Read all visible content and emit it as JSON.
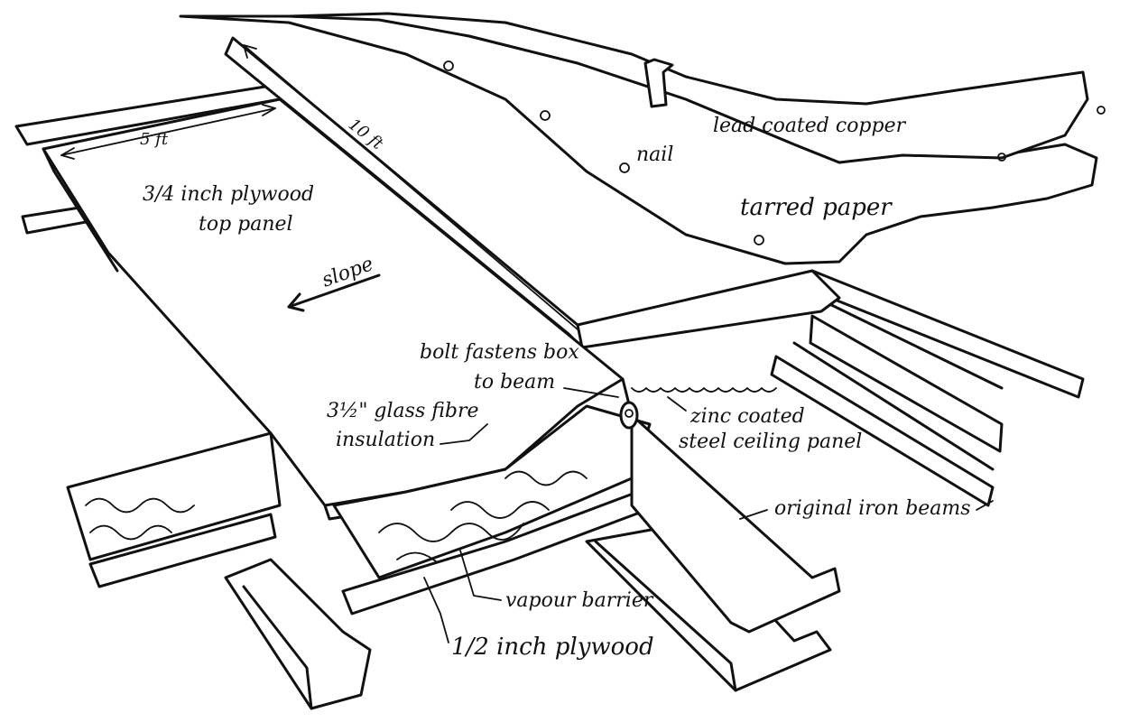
{
  "labels": {
    "lead_coated_copper": "lead coated copper",
    "nail": "nail",
    "tarred_paper": "tarred paper",
    "five_ft": "5 ft",
    "ten_ft": "10 ft",
    "top_panel_line1": "3/4 inch plywood",
    "top_panel_line2": "top panel",
    "slope": "slope",
    "bolt_line1": "bolt fastens box",
    "bolt_line2": "to beam",
    "zinc_line1": "zinc coated",
    "zinc_line2": "steel ceiling panel",
    "insulation_line1": "3½\" glass fibre",
    "insulation_line2": "insulation",
    "iron_beams": "original iron beams",
    "vapour_barrier": "vapour barrier",
    "half_inch_plywood": "1/2 inch plywood"
  },
  "colors": {
    "ink": "#111111",
    "paper": "#ffffff"
  }
}
